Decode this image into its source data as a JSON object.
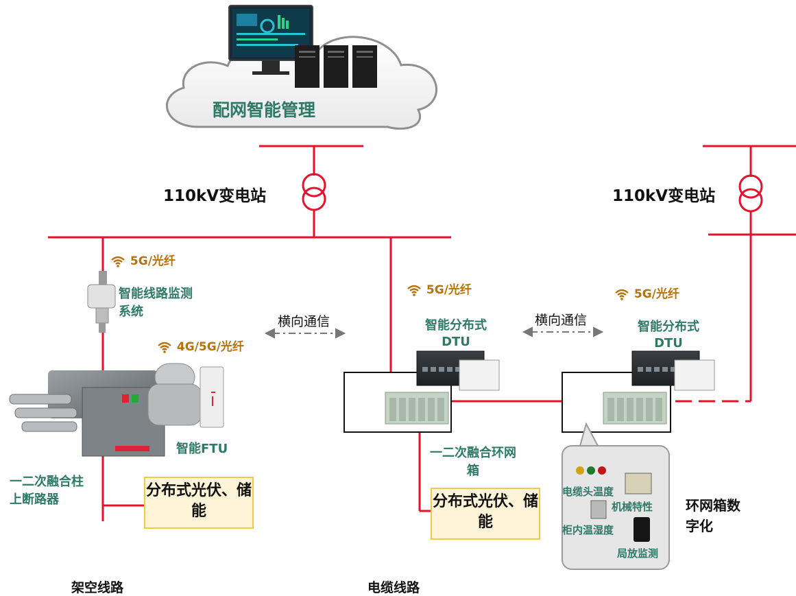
{
  "cloud": {
    "label": "配网智能管理"
  },
  "substations": [
    {
      "label": "110kV变电站"
    },
    {
      "label": "110kV变电站"
    }
  ],
  "comm": {
    "left_5g": "5G/光纤",
    "mid_5g": "5G/光纤",
    "right_5g": "5G/光纤",
    "ftu_4g": "4G/5G/光纤",
    "lateral_1": "横向通信",
    "lateral_2": "横向通信"
  },
  "devices": {
    "line_monitor": "智能线路监测系统",
    "ftu": "智能FTU",
    "breaker": "一二次融合柱上断路器",
    "dtu_1": "智能分布式DTU",
    "dtu_2": "智能分布式DTU",
    "ring_main": "一二次融合环网箱",
    "pv_1": "分布式光伏、储能",
    "pv_2": "分布式光伏、储能",
    "digital": "环网箱数字化"
  },
  "sensors": {
    "cable_temp": "电缆头温度",
    "mech": "机械特性",
    "cabinet_th": "柜内温湿度",
    "pd": "局放监测"
  },
  "lines": {
    "overhead": "架空线路",
    "cable": "电缆线路"
  },
  "colors": {
    "line": "#E8102A",
    "label_green": "#2E7A66",
    "label_gold": "#B8720A",
    "pv_fill": "#FFF4D8",
    "pv_border": "#F0C94A"
  }
}
